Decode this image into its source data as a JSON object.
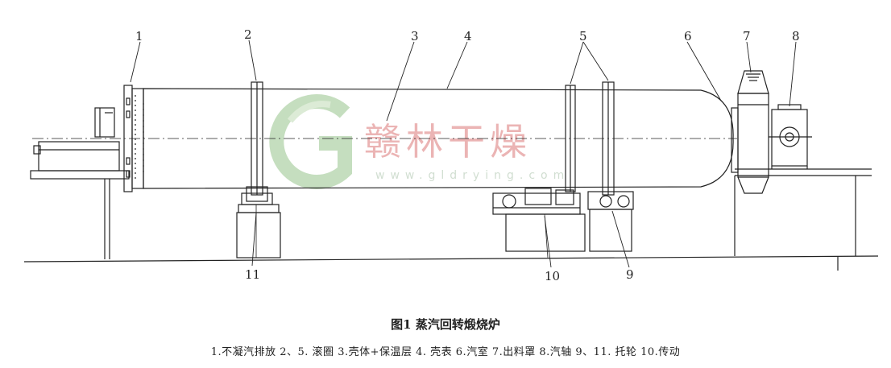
{
  "figure": {
    "title": "图1  蒸汽回转煅烧炉",
    "legend": "1.不凝汽排放    2、5. 滚圈    3.壳体+保温层    4. 壳表    6.汽室    7.出料罩    8.汽轴    9、11. 托轮    10.传动"
  },
  "callouts": [
    "1",
    "2",
    "3",
    "4",
    "5",
    "6",
    "7",
    "8",
    "9",
    "10",
    "11"
  ],
  "watermark": {
    "text": "赣林干燥",
    "url": "www.gldrying.com",
    "logo_letter": "G",
    "colors": {
      "logo": "#bcd9b4",
      "text": "#e8a8a8",
      "url": "#c9d9c9"
    }
  }
}
